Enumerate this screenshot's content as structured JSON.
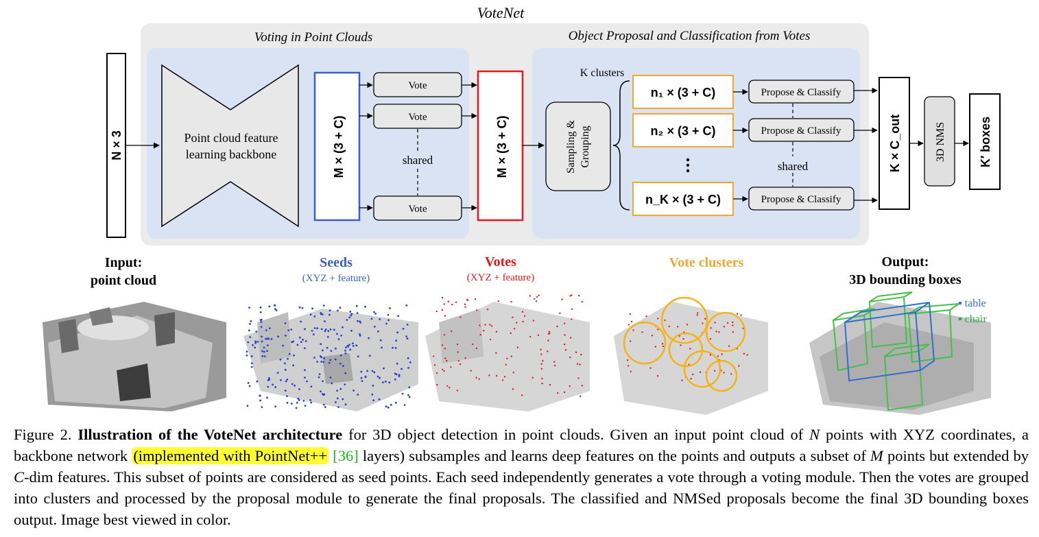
{
  "figure": {
    "title": "VoteNet",
    "voting_title": "Voting in Point Clouds",
    "proposal_title": "Object Proposal and Classification from Votes",
    "input_box": "N × 3",
    "backbone_line1": "Point cloud feature",
    "backbone_line2": "learning backbone",
    "seeds_box": "M × (3 + C)",
    "vote_label": "Vote",
    "shared_label": "shared",
    "votes_box": "M × (3 + C)",
    "k_clusters": "K clusters",
    "sampling_line1": "Sampling &",
    "sampling_line2": "Grouping",
    "cluster_1": "n₁ × (3 + C)",
    "cluster_2": "n₂ × (3 + C)",
    "cluster_k": "n_K × (3 + C)",
    "propose_label": "Propose & Classify",
    "output_box": "K × C_out",
    "nms_box": "3D NMS",
    "final_box": "K′ boxes",
    "colors": {
      "seeds": "#3a5fc8",
      "votes": "#e8151b",
      "clusters": "#f0a830",
      "output": "#000000",
      "panel_bg": "#d9e3f4",
      "outer_bg": "#ebebeb"
    }
  },
  "panels": {
    "input_title1": "Input:",
    "input_title2": "point cloud",
    "seeds_title": "Seeds",
    "seeds_sub": "(XYZ + feature)",
    "votes_title": "Votes",
    "votes_sub": "(XYZ + feature)",
    "clusters_title": "Vote clusters",
    "output_title1": "Output:",
    "output_title2": "3D bounding boxes",
    "legend_table": "table",
    "legend_chair": "chair"
  },
  "caption": {
    "prefix": "Figure 2.",
    "bold": "Illustration of the VoteNet architecture",
    "part1": "for 3D object detection in point clouds. Given an input point cloud of",
    "var_n": "N",
    "part2": "points with XYZ coordinates, a backbone network",
    "highlight": "(implemented with PointNet++",
    "cite": "[36]",
    "part3": "layers) subsamples and learns deep features on the points and outputs a subset of",
    "var_m": "M",
    "part4": "points but extended by",
    "var_c": "C",
    "part5": "-dim features. This subset of points are considered as seed points. Each seed independently generates a vote through a voting module. Then the votes are grouped into clusters and processed by the proposal module to generate the final proposals. The classified and NMSed proposals become the final 3D bounding boxes output. Image best viewed in color."
  }
}
